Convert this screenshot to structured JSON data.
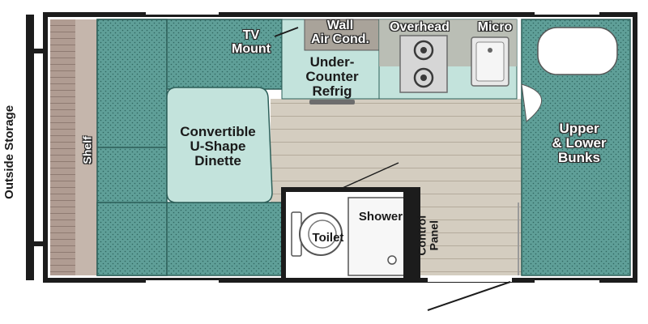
{
  "floorplan": {
    "labels": {
      "outside_storage": "Outside Storage",
      "shelf": "Shelf",
      "tv_mount": "TV\nMount",
      "wall_air_cond": "Wall\nAir Cond.",
      "overhead": "Overhead",
      "micro": "Micro",
      "under_counter_refrig": "Under-\nCounter\nRefrig",
      "dinette": "Convertible\nU-Shape\nDinette",
      "bunks": "Upper\n& Lower\nBunks",
      "shower": "Shower",
      "toilet": "Toilet",
      "control_panel": "Control\nPanel"
    },
    "colors": {
      "wall": "#1c1c1c",
      "floor": "#d4cdc0",
      "teal_cushion": "#5f9f98",
      "light_teal": "#c3e3dc",
      "overhead_gray": "#b8b4ab",
      "shelf_wood": "#b09c92"
    }
  }
}
